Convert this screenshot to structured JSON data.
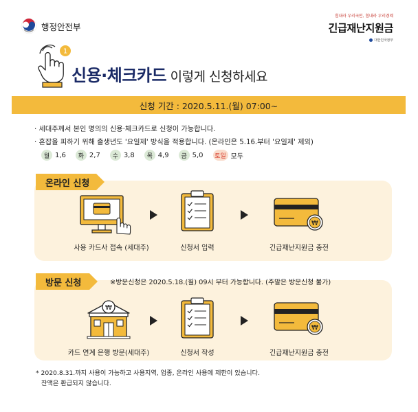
{
  "header": {
    "ministry_name": "행정안전부",
    "brand_slogan": "힘내라 우리국민, 힘내라 우리경제",
    "brand_title": "긴급재난지원금",
    "brand_gov": "대한민국정부",
    "hand_badge": "1"
  },
  "hero": {
    "title_main": "신용·체크카드",
    "title_sub": " 이렇게 신청하세요"
  },
  "period": {
    "text": "신청 기간 : 2020.5.11.(월) 07:00~"
  },
  "notes": [
    "· 세대주께서 본인 명의의 신용·체크카드로 신청이 가능합니다.",
    "· 혼잡을 피하기 위해 출생년도 '요일제' 방식을 적용합니다. (온라인은 5.16.부터 '요일제' 제외)"
  ],
  "weekday_schedule": [
    {
      "day": "월",
      "digits": "1,6"
    },
    {
      "day": "화",
      "digits": "2,7"
    },
    {
      "day": "수",
      "digits": "3,8"
    },
    {
      "day": "목",
      "digits": "4,9"
    },
    {
      "day": "금",
      "digits": "5,0"
    },
    {
      "day": "토일",
      "digits": "모두"
    }
  ],
  "online": {
    "tag": "온라인 신청",
    "steps": [
      "사용 카드사 접속 (세대주)",
      "신청서 입력",
      "긴급재난지원금 충전"
    ]
  },
  "visit": {
    "tag": "방문 신청",
    "note": "※방문신청은 2020.5.18.(월) 09시 부터 가능합니다. (주말은 방문신청 불가)",
    "steps": [
      "카드 연계 은행 방문(세대주)",
      "신청서 작성",
      "긴급재난지원금 충전"
    ]
  },
  "icons": {
    "won_symbol": "₩"
  },
  "footnote": [
    "* 2020.8.31.까지 사용이 가능하고 사용지역, 업종, 온라인 사용에 제한이 있습니다.",
    "잔액은 환급되지 않습니다."
  ],
  "colors": {
    "accent_yellow": "#f3ba3c",
    "panel_bg": "#fdf2dd",
    "title_navy": "#1a2a66",
    "weekend_red": "#d83a2a"
  }
}
